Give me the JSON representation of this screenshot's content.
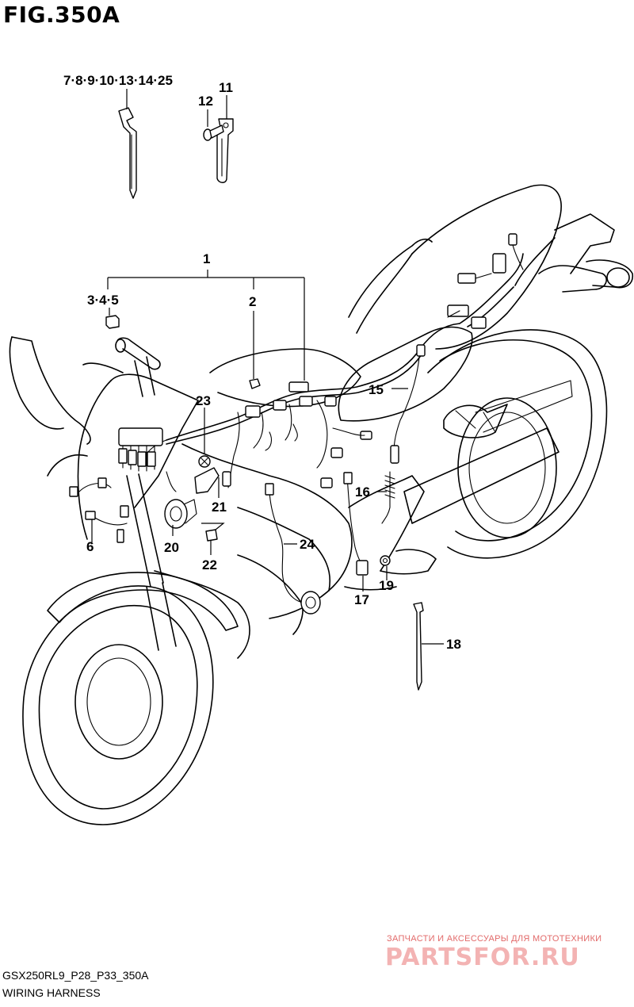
{
  "figure_title": "FIG.350A",
  "callouts": {
    "c_7_25": "7·8·9·10·13·14·25",
    "c_12": "12",
    "c_11": "11",
    "c_1": "1",
    "c_3_5": "3·4·5",
    "c_2": "2",
    "c_15": "15",
    "c_23": "23",
    "c_16": "16",
    "c_21": "21",
    "c_6": "6",
    "c_20": "20",
    "c_24": "24",
    "c_22": "22",
    "c_17": "17",
    "c_19": "19",
    "c_18": "18"
  },
  "footer": {
    "code": "GSX250RL9_P28_P33_350A",
    "name": "WIRING HARNESS"
  },
  "watermark": {
    "line1": "ЗАПЧАСТИ И АКСЕССУАРЫ ДЛЯ МОТОТЕХНИКИ",
    "logo": "PARTSFOR.RU"
  },
  "colors": {
    "line": "#000000",
    "background": "#ffffff",
    "watermark_text": "#e26a6a",
    "watermark_logo": "#f3b3b3"
  }
}
